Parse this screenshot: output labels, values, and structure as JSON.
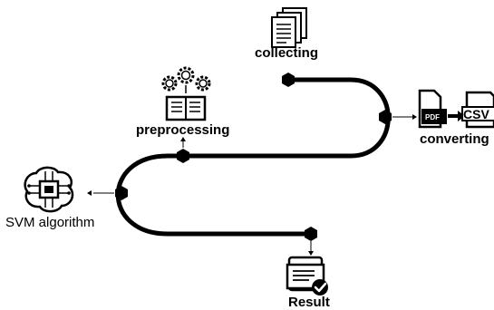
{
  "diagram": {
    "colors": {
      "line": "#000000",
      "node": "#000000",
      "background": "#ffffff"
    },
    "stages": [
      {
        "id": "collecting",
        "label": "collecting",
        "icon": "documents-stack-icon"
      },
      {
        "id": "converting",
        "label": "converting",
        "icon": "pdf-to-csv-icon"
      },
      {
        "id": "preprocessing",
        "label": "preprocessing",
        "icon": "gears-book-icon"
      },
      {
        "id": "svm",
        "label": "SVM algorithm",
        "icon": "brain-chip-icon"
      },
      {
        "id": "result",
        "label": "Result",
        "icon": "report-check-icon"
      }
    ],
    "icon_text": {
      "pdf": "PDF",
      "csv": "CSV"
    }
  }
}
